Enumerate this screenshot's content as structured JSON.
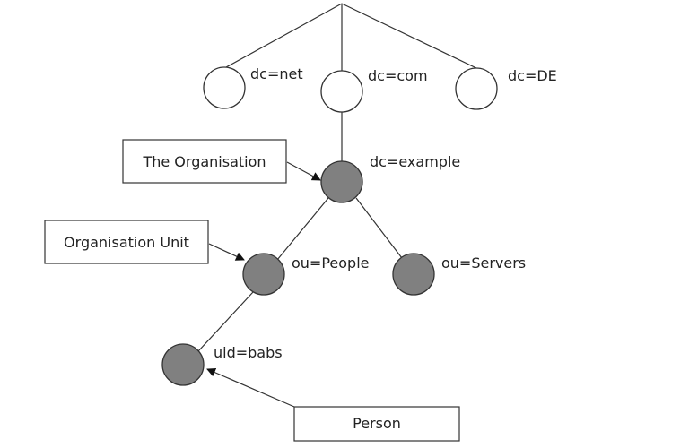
{
  "diagram": {
    "title": "LDAP Directory Information Tree",
    "colors": {
      "line": "#333333",
      "filled_node": "#808080",
      "empty_node": "#ffffff"
    },
    "nodes": [
      {
        "id": "dc-net",
        "label": "dc=net",
        "filled": false,
        "parent": "root"
      },
      {
        "id": "dc-com",
        "label": "dc=com",
        "filled": false,
        "parent": "root"
      },
      {
        "id": "dc-de",
        "label": "dc=DE",
        "filled": false,
        "parent": "root"
      },
      {
        "id": "dc-example",
        "label": "dc=example",
        "filled": true,
        "parent": "dc-com"
      },
      {
        "id": "ou-people",
        "label": "ou=People",
        "filled": true,
        "parent": "dc-example"
      },
      {
        "id": "ou-servers",
        "label": "ou=Servers",
        "filled": true,
        "parent": "dc-example"
      },
      {
        "id": "uid-babs",
        "label": "uid=babs",
        "filled": true,
        "parent": "ou-people"
      }
    ],
    "annotations": [
      {
        "id": "organisation",
        "text": "The Organisation",
        "points_to": "dc-example"
      },
      {
        "id": "organisation-unit",
        "text": "Organisation Unit",
        "points_to": "ou-people"
      },
      {
        "id": "person",
        "text": "Person",
        "points_to": "uid-babs"
      }
    ]
  }
}
